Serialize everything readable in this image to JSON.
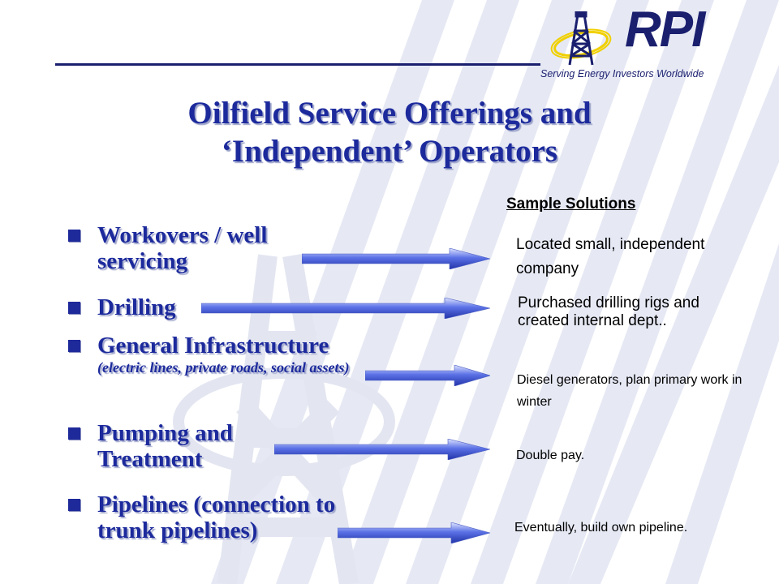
{
  "colors": {
    "brand_navy": "#1a1f6e",
    "title_blue": "#1c2a9c",
    "arrow_blue": "#2f44c4",
    "watermark": "#e6e9f4"
  },
  "logo": {
    "text": "RPI",
    "tagline": "Serving Energy Investors Worldwide",
    "icon": "derrick-icon"
  },
  "title": {
    "line1": "Oilfield Service Offerings and",
    "line2": "‘Independent’ Operators"
  },
  "bullets": [
    {
      "text": "Workovers / well servicing",
      "sub": ""
    },
    {
      "text": "Drilling",
      "sub": ""
    },
    {
      "text": "General Infrastructure",
      "sub": "(electric lines, private roads, social assets)"
    },
    {
      "text": "Pumping and Treatment",
      "sub": ""
    },
    {
      "text": "Pipelines (connection to trunk pipelines)",
      "sub": ""
    }
  ],
  "solutions": {
    "heading": "Sample Solutions",
    "items": [
      "Located small, independent company",
      "Purchased drilling rigs and created internal dept..",
      "Diesel generators, plan primary work in winter",
      "Double pay.",
      "Eventually, build own pipeline."
    ]
  }
}
